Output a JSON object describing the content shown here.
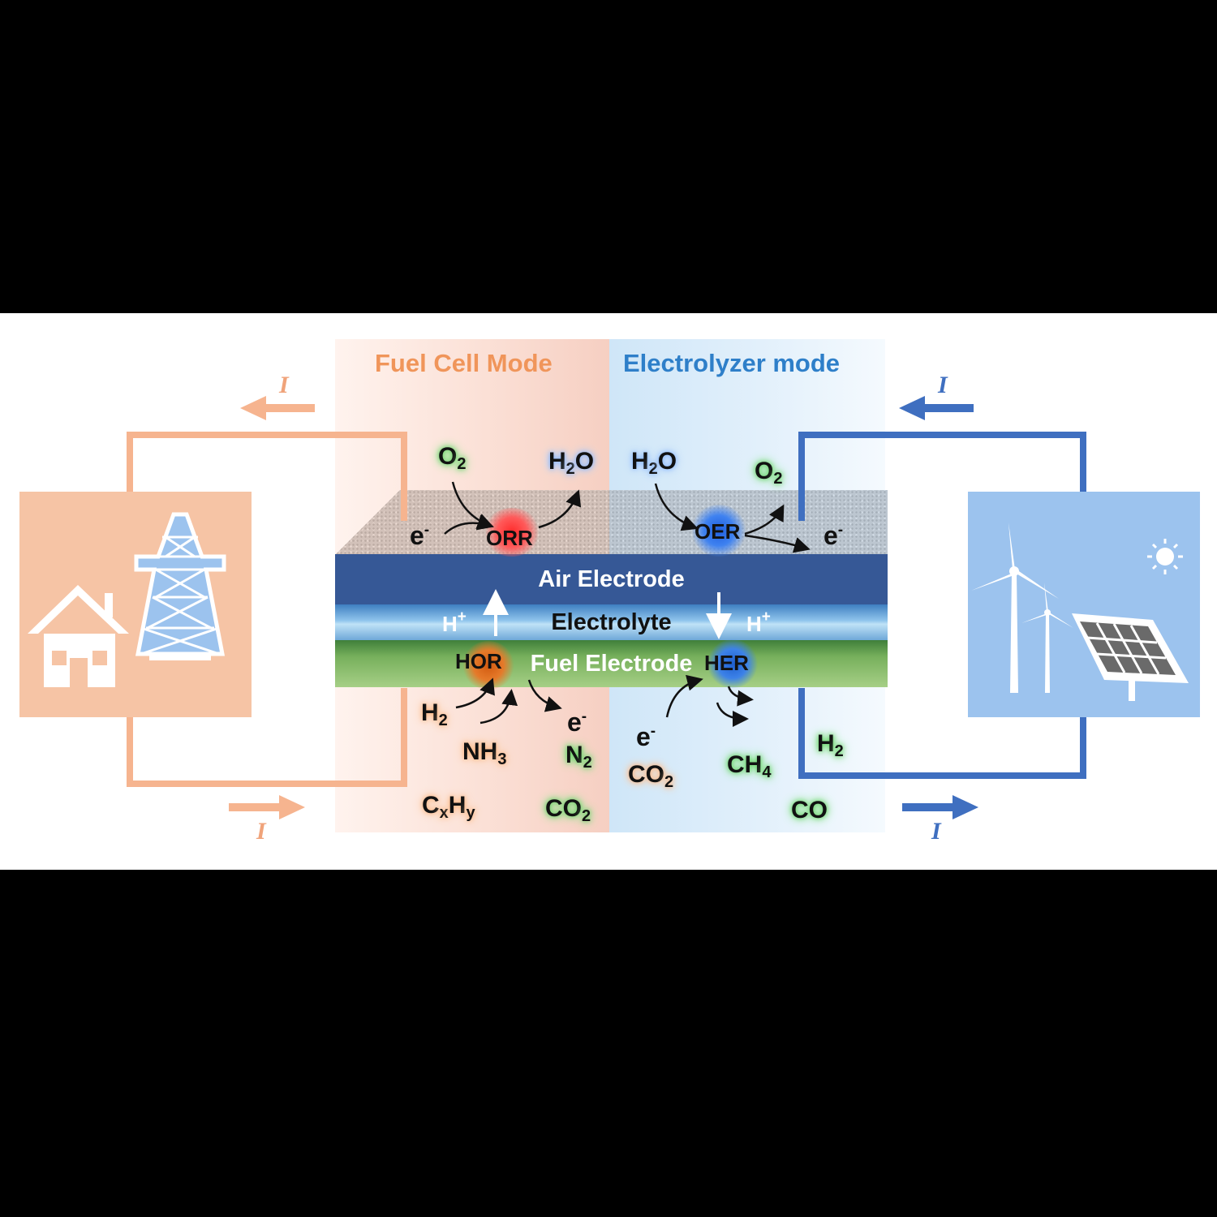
{
  "modes": {
    "fuel_cell": "Fuel Cell Mode",
    "electrolyzer": "Electrolyzer mode"
  },
  "layers": {
    "air": "Air Electrode",
    "electrolyte": "Electrolyte",
    "fuel": "Fuel Electrode"
  },
  "reactions": {
    "orr": "ORR",
    "oer": "OER",
    "hor": "HOR",
    "her": "HER"
  },
  "current_label": "I",
  "species": {
    "o2": "O",
    "h2o_h": "H",
    "h2o_o": "O",
    "e": "e",
    "minus": "-",
    "hplus_h": "H",
    "plus": "+",
    "h2": "H",
    "nh3": "NH",
    "n2": "N",
    "cxhy_c": "C",
    "cxhy_h": "H",
    "x": "x",
    "y": "y",
    "co2": "CO",
    "ch4": "CH",
    "co": "CO",
    "sub2": "2",
    "sub3": "3",
    "sub4": "4"
  },
  "colors": {
    "fuel_cell_accent": "#f0955a",
    "electrolyzer_accent": "#2e7fc9",
    "air_electrode": "#365896",
    "left_panel": "#f6c4a5",
    "right_panel": "#9cc3ee"
  },
  "icons": [
    "house-icon",
    "power-tower-icon",
    "wind-turbine-icon",
    "solar-panel-icon",
    "sun-icon"
  ]
}
